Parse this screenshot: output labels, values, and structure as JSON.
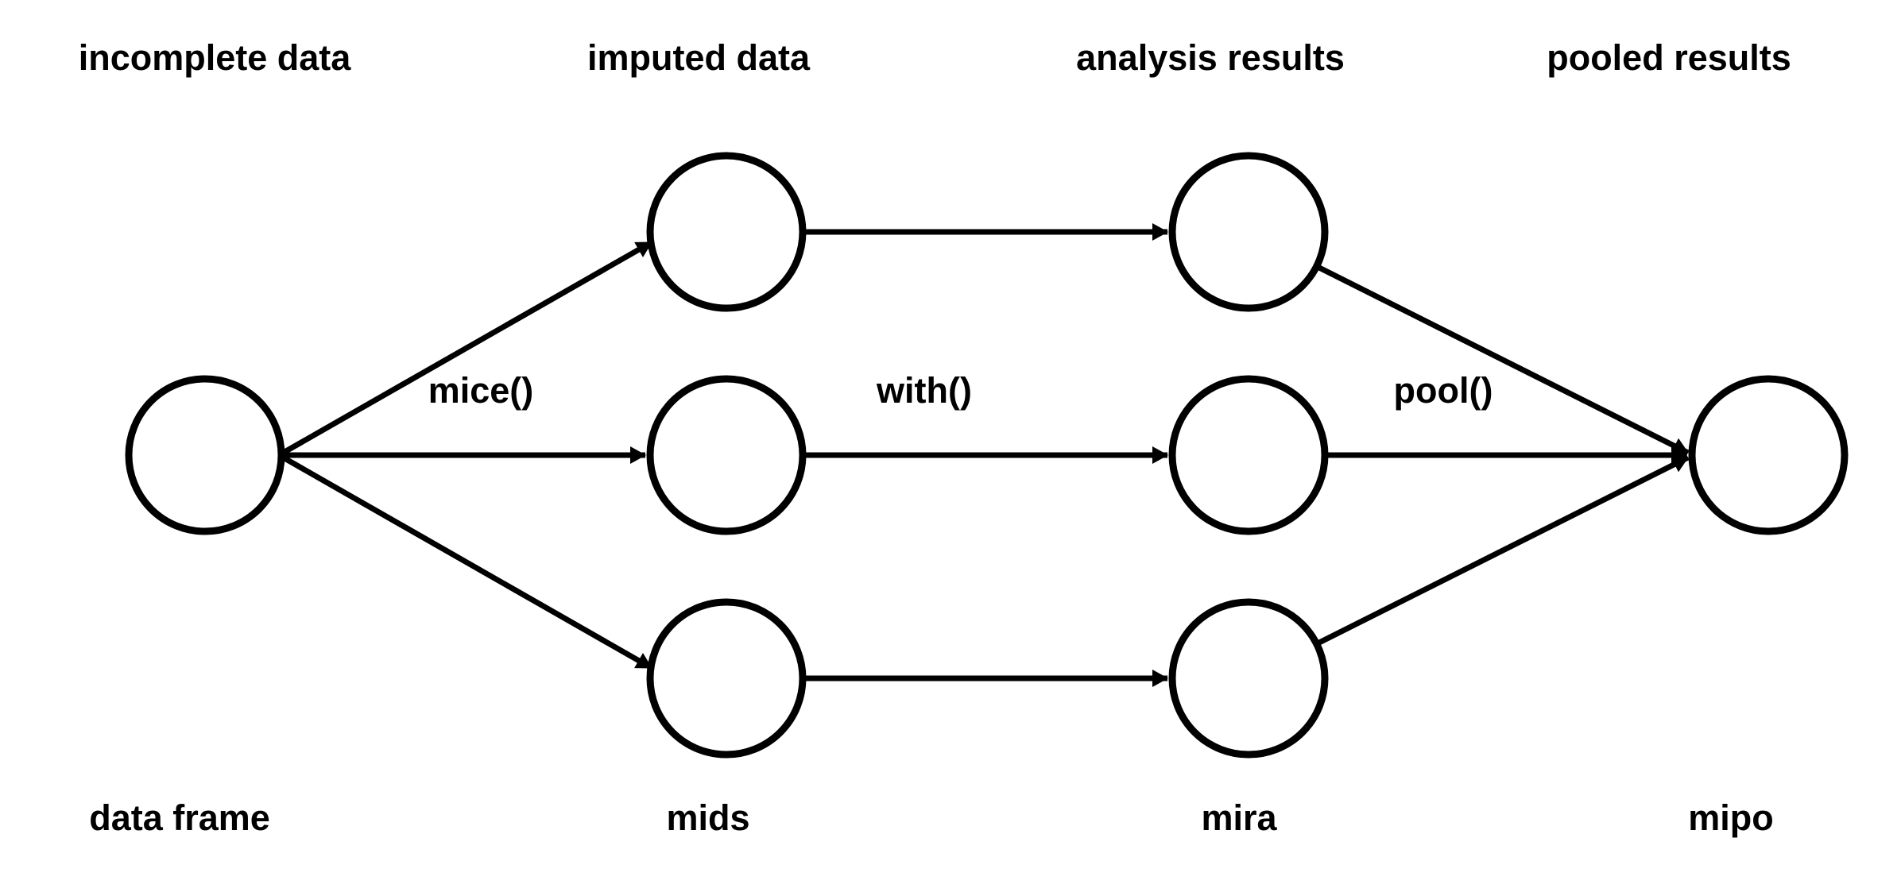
{
  "colors": {
    "ink": "#000000",
    "background": "#ffffff"
  },
  "labels": {
    "top": [
      "incomplete data",
      "imputed data",
      "analysis results",
      "pooled results"
    ],
    "functions": [
      "mice()",
      "with()",
      "pool()"
    ],
    "bottom": [
      "data frame",
      "mids",
      "mira",
      "mipo"
    ]
  },
  "flow": {
    "stages": [
      {
        "title": "incomplete data",
        "object": "data frame",
        "node_count": 1
      },
      {
        "title": "imputed data",
        "object": "mids",
        "node_count": 3
      },
      {
        "title": "analysis results",
        "object": "mira",
        "node_count": 3
      },
      {
        "title": "pooled results",
        "object": "mipo",
        "node_count": 1
      }
    ],
    "transitions": [
      {
        "from": "data frame",
        "to": "mids",
        "function": "mice()"
      },
      {
        "from": "mids",
        "to": "mira",
        "function": "with()"
      },
      {
        "from": "mira",
        "to": "mipo",
        "function": "pool()"
      }
    ]
  }
}
